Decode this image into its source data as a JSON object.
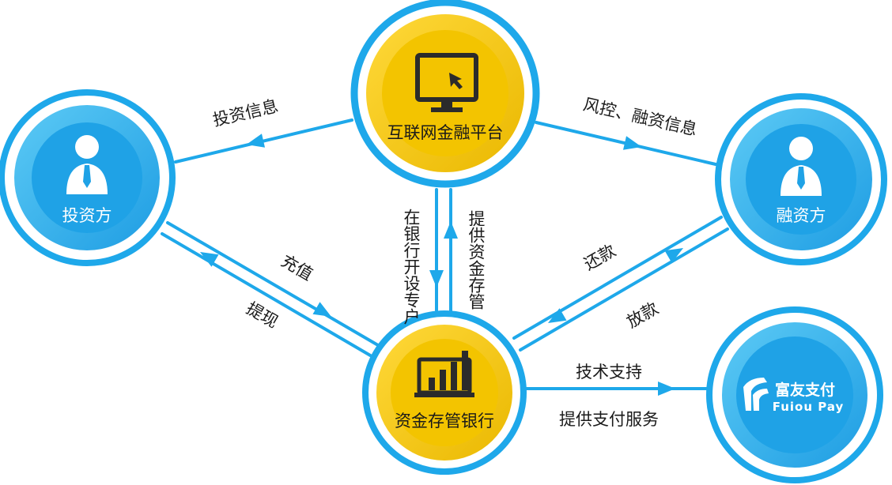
{
  "colors": {
    "ring": "#1ea8ea",
    "blue_fill": "#1fa2e6",
    "yellow_fill": "#f3c400",
    "arrow": "#1ea8ea"
  },
  "nodes": {
    "platform": {
      "label": "互联网金融平台",
      "icon": "monitor-cursor-icon"
    },
    "investor": {
      "label": "投资方",
      "icon": "businessman-icon"
    },
    "borrower": {
      "label": "融资方",
      "icon": "businessman-icon"
    },
    "bank": {
      "label": "资金存管银行",
      "icon": "laptop-bar-chart-icon"
    },
    "fuiou": {
      "logo_cn": "富友支付",
      "logo_en": "Fuiou Pay",
      "icon": "fuiou-logo-icon"
    }
  },
  "edges": {
    "invest_info": "投资信息",
    "risk_info": "风控、融资信息",
    "open_account": "在银行开设专户",
    "provide_custody": "提供资金存管",
    "recharge": "充值",
    "withdraw": "提现",
    "repay": "还款",
    "loan": "放款",
    "tech_support": "技术支持",
    "payment_service": "提供支付服务"
  }
}
